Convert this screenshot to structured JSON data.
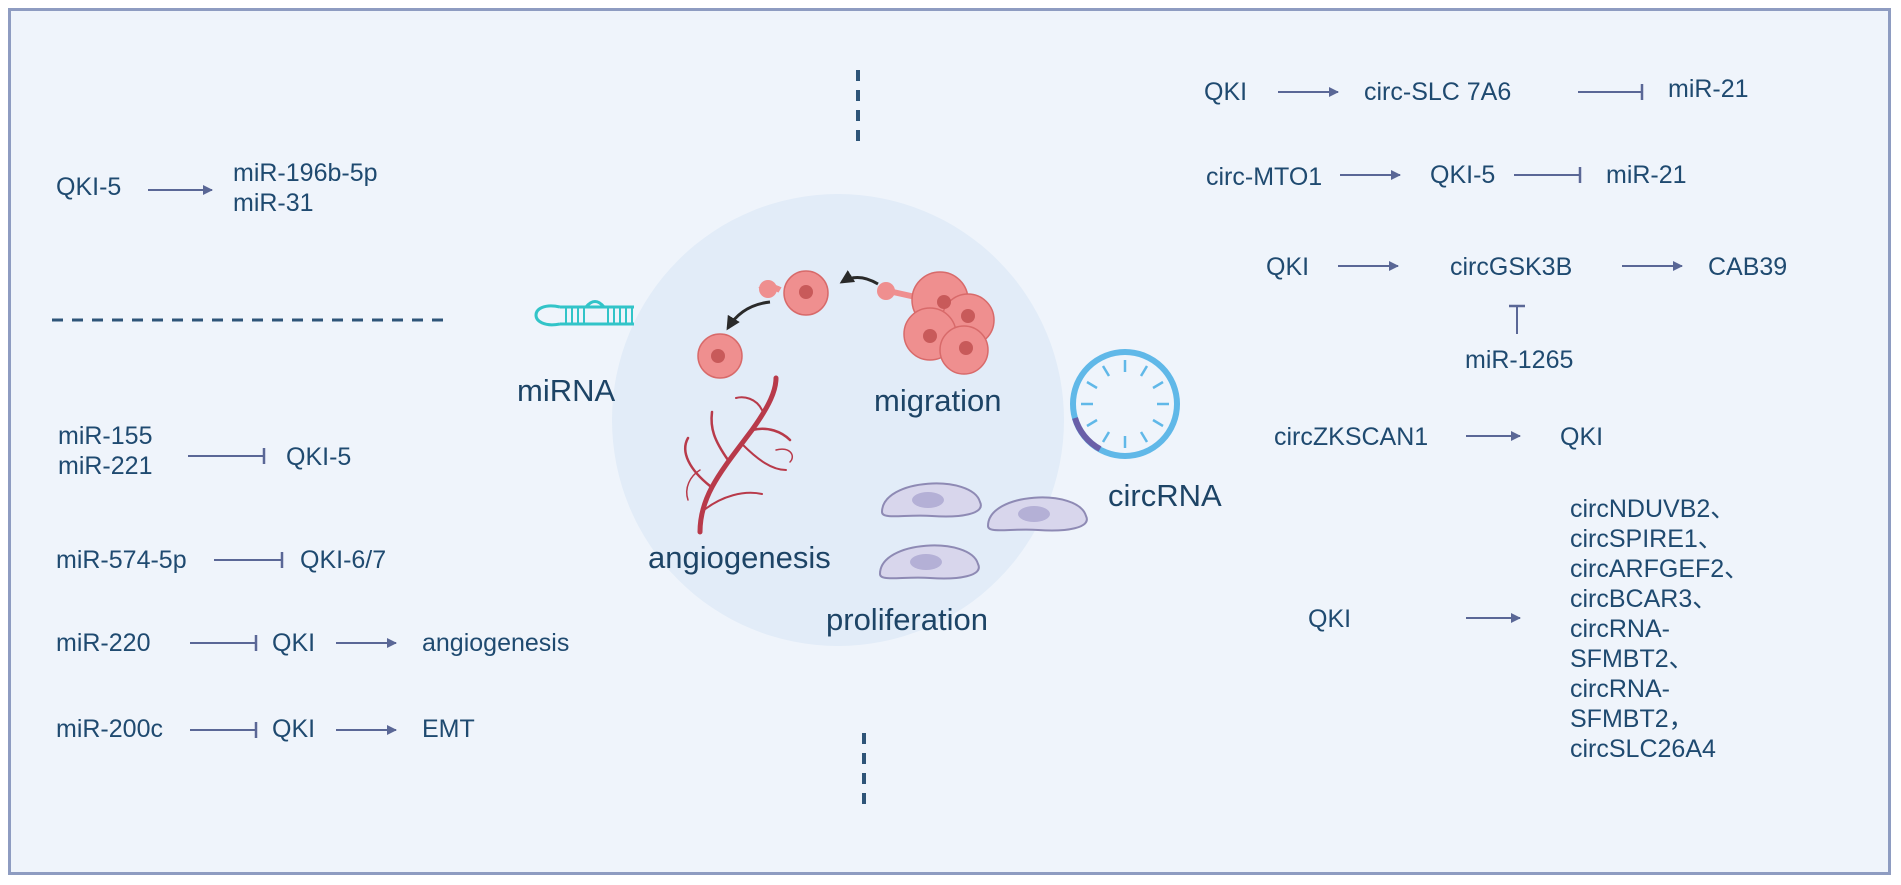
{
  "colors": {
    "background": "#eff4fb",
    "frame": "#8e9cc1",
    "text": "#1f4a70",
    "arrow": "#5a6796",
    "dash": "#2e5478",
    "circle": "#e2ecf8",
    "cell_pink": "#ef8f8f",
    "vessel": "#b83a4a",
    "cell_purple": "#d8d6ec",
    "mirna_icon": "#32c4c8",
    "circrna_icon": "#60b8e8"
  },
  "center": {
    "labels": {
      "mirna": "miRNA",
      "circrna": "circRNA",
      "migration": "migration",
      "angiogenesis": "angiogenesis",
      "proliferation": "proliferation"
    },
    "icons": [
      "hairpin-rna-icon",
      "circular-rna-icon",
      "migrating-cancer-cells-icon",
      "blood-vessel-icon",
      "proliferating-cell-icon"
    ]
  },
  "left": {
    "r1": {
      "source": "QKI-5",
      "targets": [
        "miR-196b-5p",
        "miR-31"
      ],
      "relation": "activates"
    },
    "r2": {
      "sources": [
        "miR-155",
        "miR-221"
      ],
      "target": "QKI-5",
      "relation": "inhibits"
    },
    "r3": {
      "source": "miR-574-5p",
      "target": "QKI-6/7",
      "relation": "inhibits"
    },
    "r4": {
      "source": "miR-220",
      "middle": "QKI",
      "target": "angiogenesis",
      "relations": [
        "inhibits",
        "activates"
      ]
    },
    "r5": {
      "source": "miR-200c",
      "middle": "QKI",
      "target": "EMT",
      "relations": [
        "inhibits",
        "activates"
      ]
    }
  },
  "right": {
    "r1": {
      "source": "QKI",
      "middle": "circ-SLC 7A6",
      "target": "miR-21",
      "relations": [
        "activates",
        "inhibits"
      ]
    },
    "r2": {
      "source": "circ-MTO1",
      "middle": "QKI-5",
      "target": "miR-21",
      "relations": [
        "activates",
        "inhibits"
      ]
    },
    "r3": {
      "source": "QKI",
      "middle": "circGSK3B",
      "target": "CAB39",
      "inhibitor": "miR-1265",
      "relations": [
        "activates",
        "activates"
      ]
    },
    "r4": {
      "source": "circZKSCAN1",
      "target": "QKI",
      "relation": "activates"
    },
    "r5": {
      "source": "QKI",
      "targets": [
        "circNDUVB2、",
        "circSPIRE1、",
        "circARFGEF2、",
        "circBCAR3、",
        "circRNA-",
        "SFMBT2、",
        "circRNA-",
        "SFMBT2，",
        "circSLC26A4"
      ],
      "relation": "activates"
    }
  }
}
